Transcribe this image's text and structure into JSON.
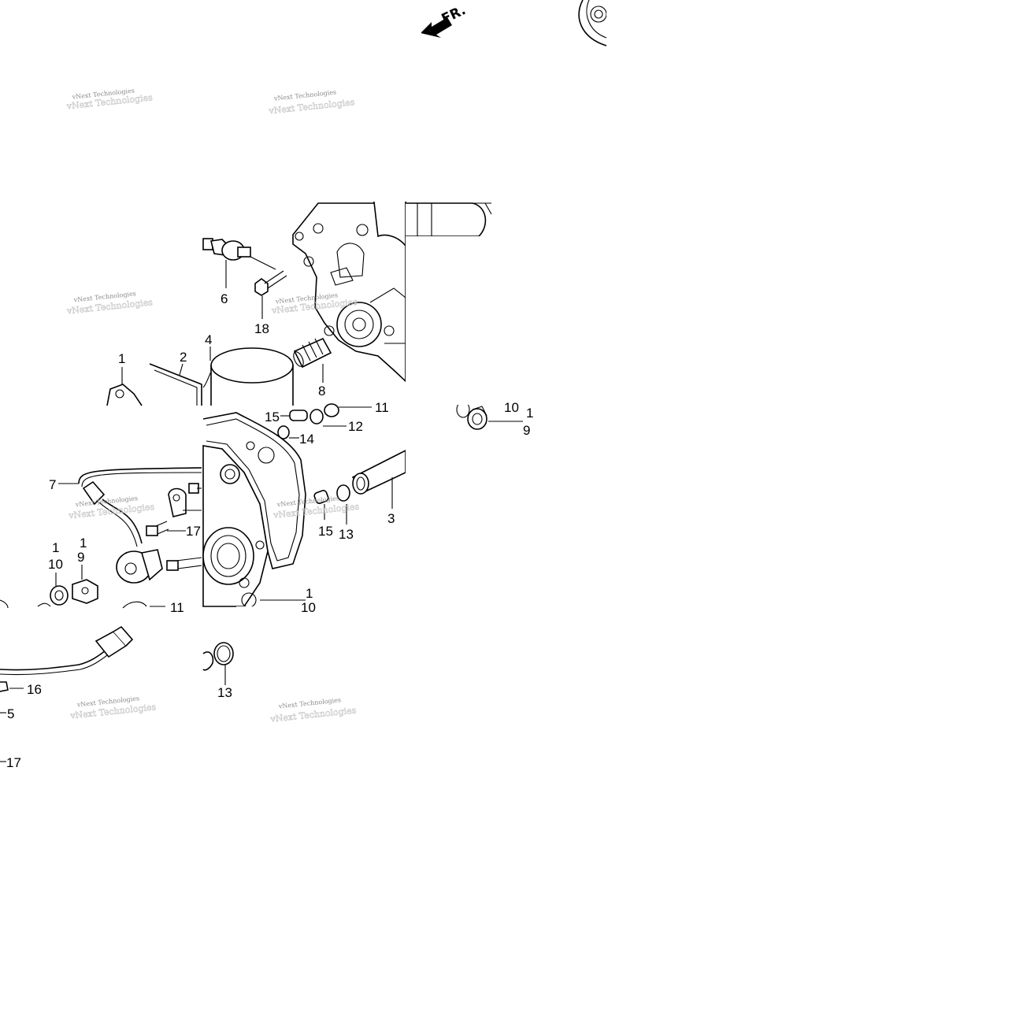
{
  "watermark": {
    "text": "vNext Technologies"
  },
  "direction_marker": {
    "text": "FR.",
    "icon": "front-direction-arrow-icon"
  },
  "callouts": {
    "c6": "6",
    "c18": "18",
    "c4": "4",
    "c8": "8",
    "c1a": "1",
    "c2": "2",
    "c15a": "15",
    "c11a": "11",
    "c12": "12",
    "c14": "14",
    "c10a": "10",
    "c1b": "1",
    "c9a": "9",
    "c7": "7",
    "c17a": "17",
    "c1c": "1",
    "c10b": "10",
    "c1d": "1",
    "c9b": "9",
    "c11b": "11",
    "c3": "3",
    "c15b": "15",
    "c13a": "13",
    "c1e": "1",
    "c10c": "10",
    "c16": "16",
    "c5": "5",
    "c13b": "13",
    "c17b": "17"
  }
}
